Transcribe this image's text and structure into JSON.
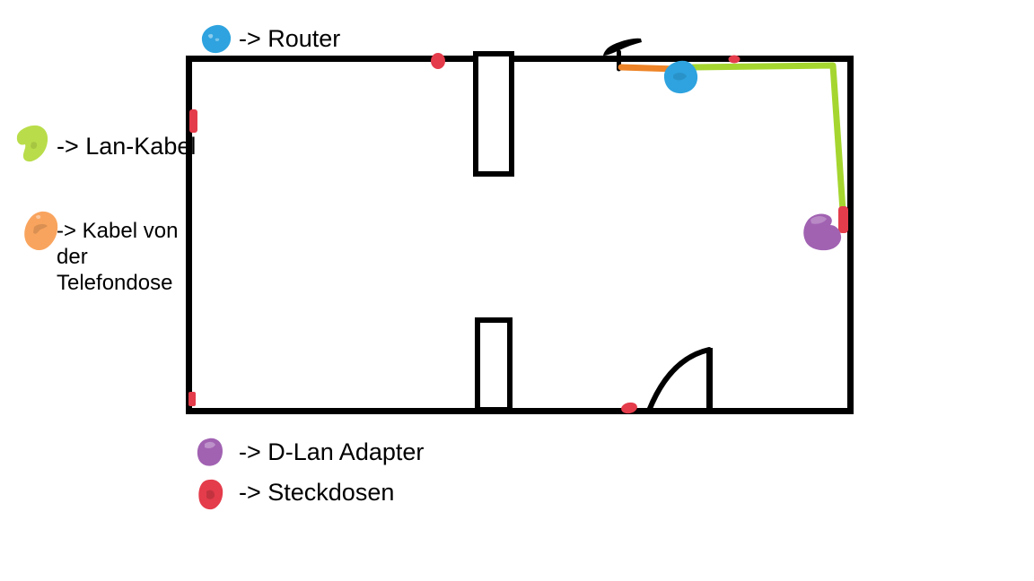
{
  "legend": {
    "router": {
      "label": "-> Router",
      "color": "#2ea3df"
    },
    "lan_kabel": {
      "label": "-> Lan-Kabel",
      "color": "#b9dd4a",
      "line_color": "#a5d62f"
    },
    "telefon_kabel": {
      "lines": [
        "-> Kabel von",
        "der",
        "Telefondose"
      ],
      "color": "#f9a45e",
      "line_color": "#ee8427"
    },
    "dlan_adapter": {
      "label": "-> D-Lan Adapter",
      "color": "#a162b2"
    },
    "steckdosen": {
      "label": "-> Steckdosen",
      "color": "#e43c4b"
    }
  },
  "colors": {
    "background": "#ffffff",
    "wall": "#000000",
    "text": "#000000"
  }
}
